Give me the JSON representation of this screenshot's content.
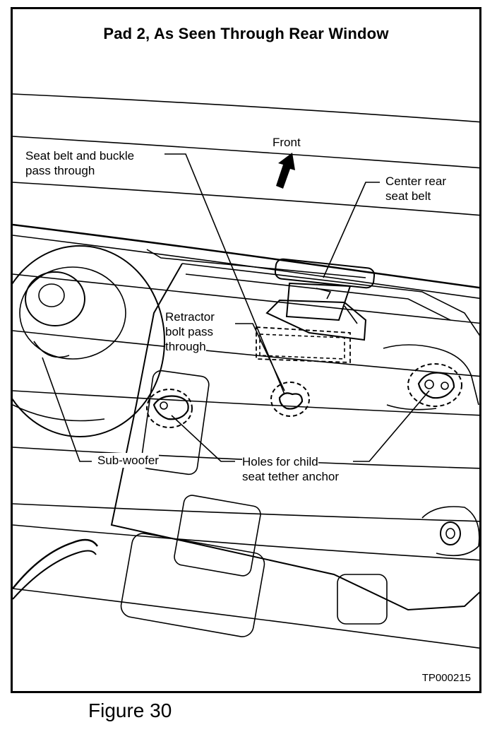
{
  "figure": {
    "title": "Pad 2, As Seen Through Rear Window",
    "caption": "Figure 30",
    "code": "TP000215"
  },
  "labels": {
    "front": "Front",
    "seat_belt_line1": "Seat belt and buckle",
    "seat_belt_line2": "pass through",
    "center_rear_line1": "Center rear",
    "center_rear_line2": "seat belt",
    "retractor_line1": "Retractor",
    "retractor_line2": "bolt pass",
    "retractor_line3": "through",
    "subwoofer": "Sub-woofer",
    "holes_line1": "Holes for child",
    "holes_line2": "seat tether anchor"
  }
}
